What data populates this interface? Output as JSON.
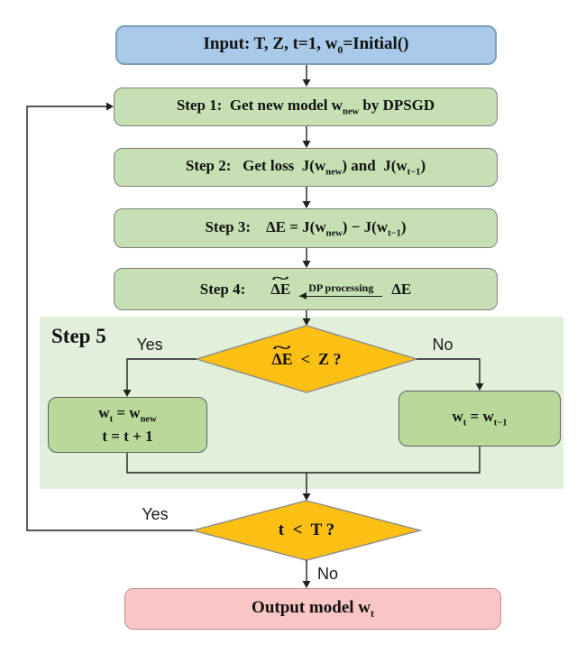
{
  "colors": {
    "input_fill": "#a9c9e8",
    "input_border": "#7f9dbd",
    "step_fill": "#c6e0b4",
    "step_border": "#7f7f7f",
    "step5_bg": "#e2efda",
    "inner_fill": "#b8d99a",
    "inner_border": "#5f5f5f",
    "diamond_fill": "#fcbf13",
    "diamond_border": "#8c8c8c",
    "output_fill": "#f9c5c5",
    "output_border": "#c08c8c",
    "wire": "#1f1f1f",
    "text": "#111111"
  },
  "glyphs": {
    "tilde": "~"
  },
  "nodes": {
    "input": {
      "p1": "Input: T, Z, t=1, w",
      "s1": "0",
      "p2": "=Initial()"
    },
    "step1": {
      "p1": "Step 1:  Get new model w",
      "s1": "new",
      "p2": " by DPSGD"
    },
    "step2": {
      "p1": "Step 2:   Get loss  J(w",
      "s1": "new",
      "p2": ") and  J(w",
      "s2": "t−1",
      "p3": ")"
    },
    "step3": {
      "p1": "Step 3:    ΔE = J(w",
      "s1": "new",
      "p2": ") − J(w",
      "s2": "t−1",
      "p3": ")"
    },
    "step4": {
      "label": "Step 4:",
      "lhs": "ΔE",
      "arrow_label": "DP processing",
      "rhs": "ΔE"
    },
    "step5": {
      "label": "Step 5"
    },
    "decision1": {
      "lhs": "ΔE",
      "rest": "  <  Z ?"
    },
    "branch1": {
      "yes": "Yes",
      "no": "No"
    },
    "box_yes": {
      "l1p1": "w",
      "l1s1": "t",
      "l1p2": " = w",
      "l1s2": "new",
      "l2": "t = t + 1"
    },
    "box_no": {
      "p1": "w",
      "s1": "t",
      "p2": " = w",
      "s2": "t−1"
    },
    "decision2": {
      "text": "t  <  T ?"
    },
    "branch2": {
      "yes": "Yes",
      "no": "No"
    },
    "output": {
      "p1": "Output model w",
      "s1": "t"
    }
  }
}
